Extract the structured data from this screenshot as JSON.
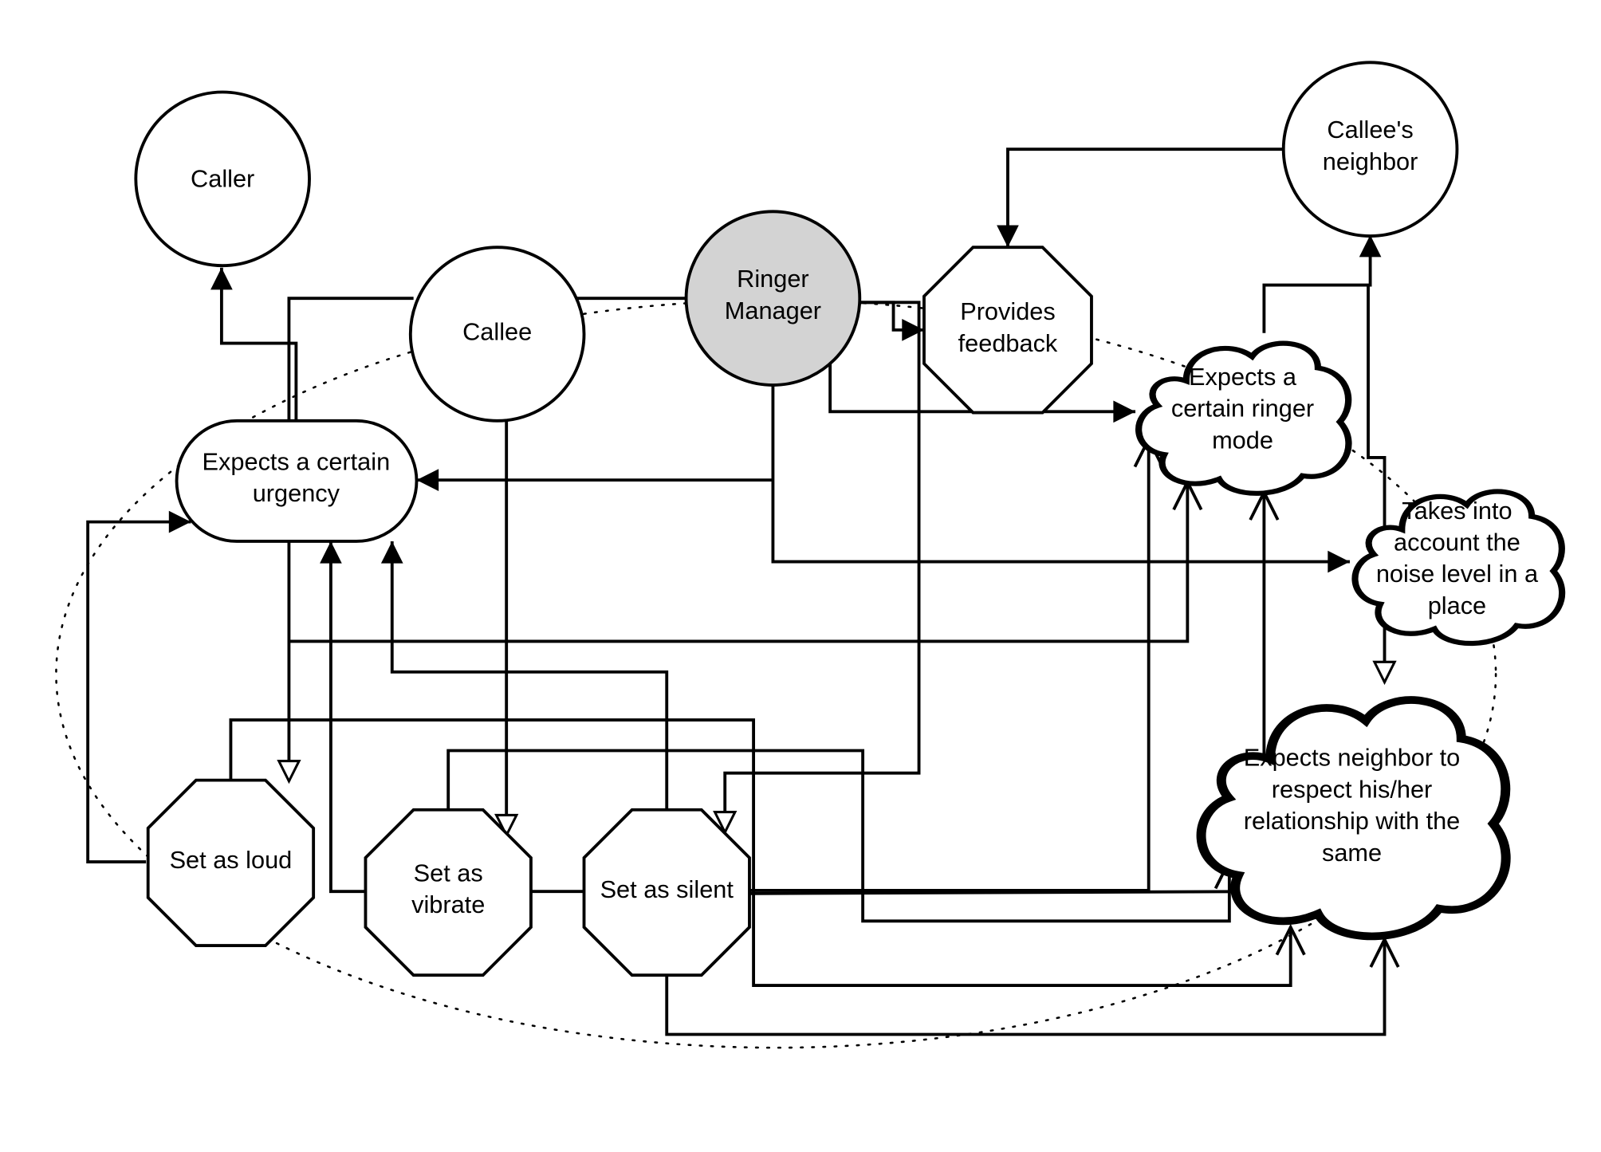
{
  "nodes": {
    "caller": [
      "Caller"
    ],
    "callee": [
      "Callee"
    ],
    "ringer_manager": [
      "Ringer",
      "Manager"
    ],
    "callees_neighbor": [
      "Callee's",
      "neighbor"
    ],
    "provides_feedback": [
      "Provides",
      "feedback"
    ],
    "expects_urgency": [
      "Expects a certain",
      "urgency"
    ],
    "expects_ringer_mode": [
      "Expects a",
      "certain ringer",
      "mode"
    ],
    "noise_level": [
      "Takes into",
      "account the",
      "noise level in a",
      "place"
    ],
    "expects_neighbor": [
      "Expects neighbor to",
      "respect his/her",
      "relationship with the",
      "same"
    ],
    "set_loud": [
      "Set as loud"
    ],
    "set_vibrate": [
      "Set as",
      "vibrate"
    ],
    "set_silent": [
      "Set as silent"
    ]
  },
  "colors": {
    "ringer_manager_fill": "#d3d3d3",
    "stroke": "#000000"
  }
}
